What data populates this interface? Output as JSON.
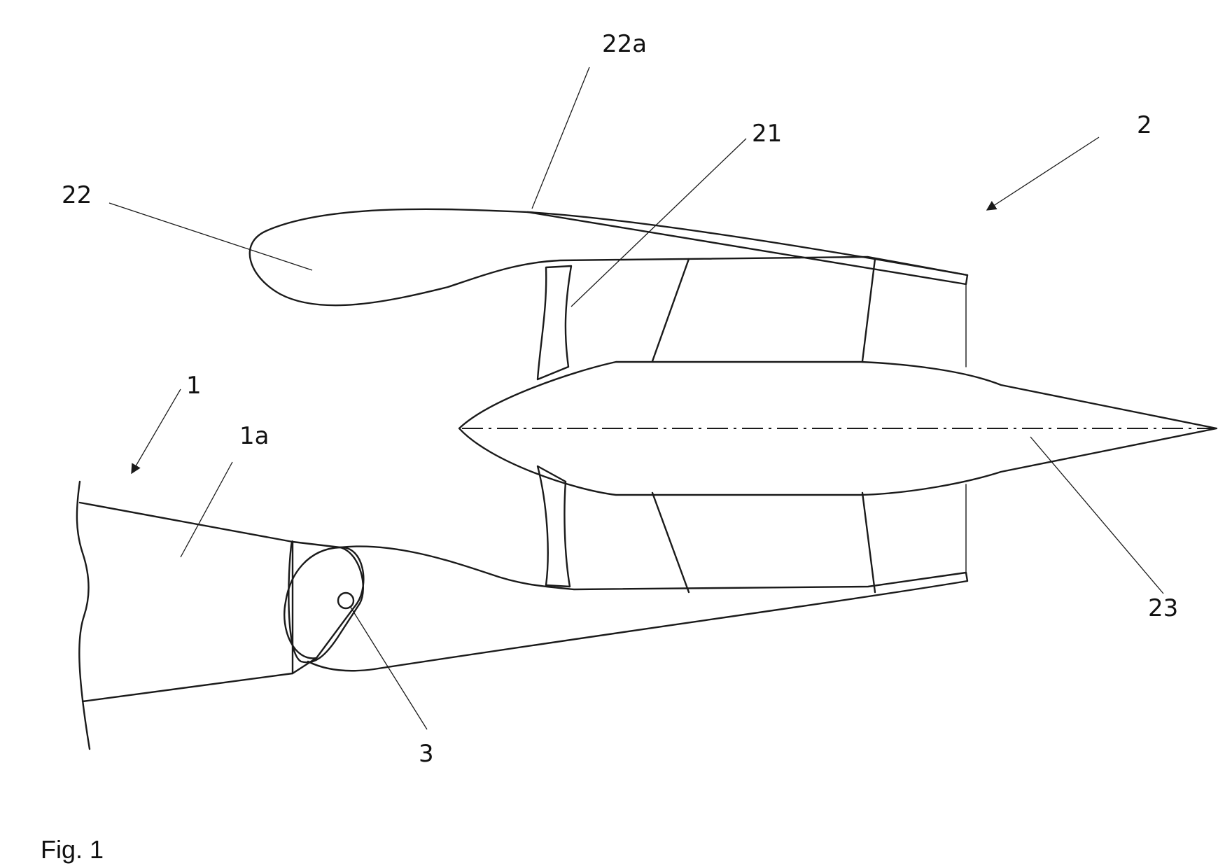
{
  "figure": {
    "caption": "Fig. 1",
    "labels": {
      "aircraft": "1",
      "aircraft_part": "1a",
      "engine": "2",
      "pivot": "3",
      "fan": "21",
      "nacelle": "22",
      "nacelle_outer_surface": "22a",
      "engine_axis": "23"
    }
  },
  "colors": {
    "line": "#1a1a1a",
    "text": "#111111",
    "background": "#ffffff"
  }
}
